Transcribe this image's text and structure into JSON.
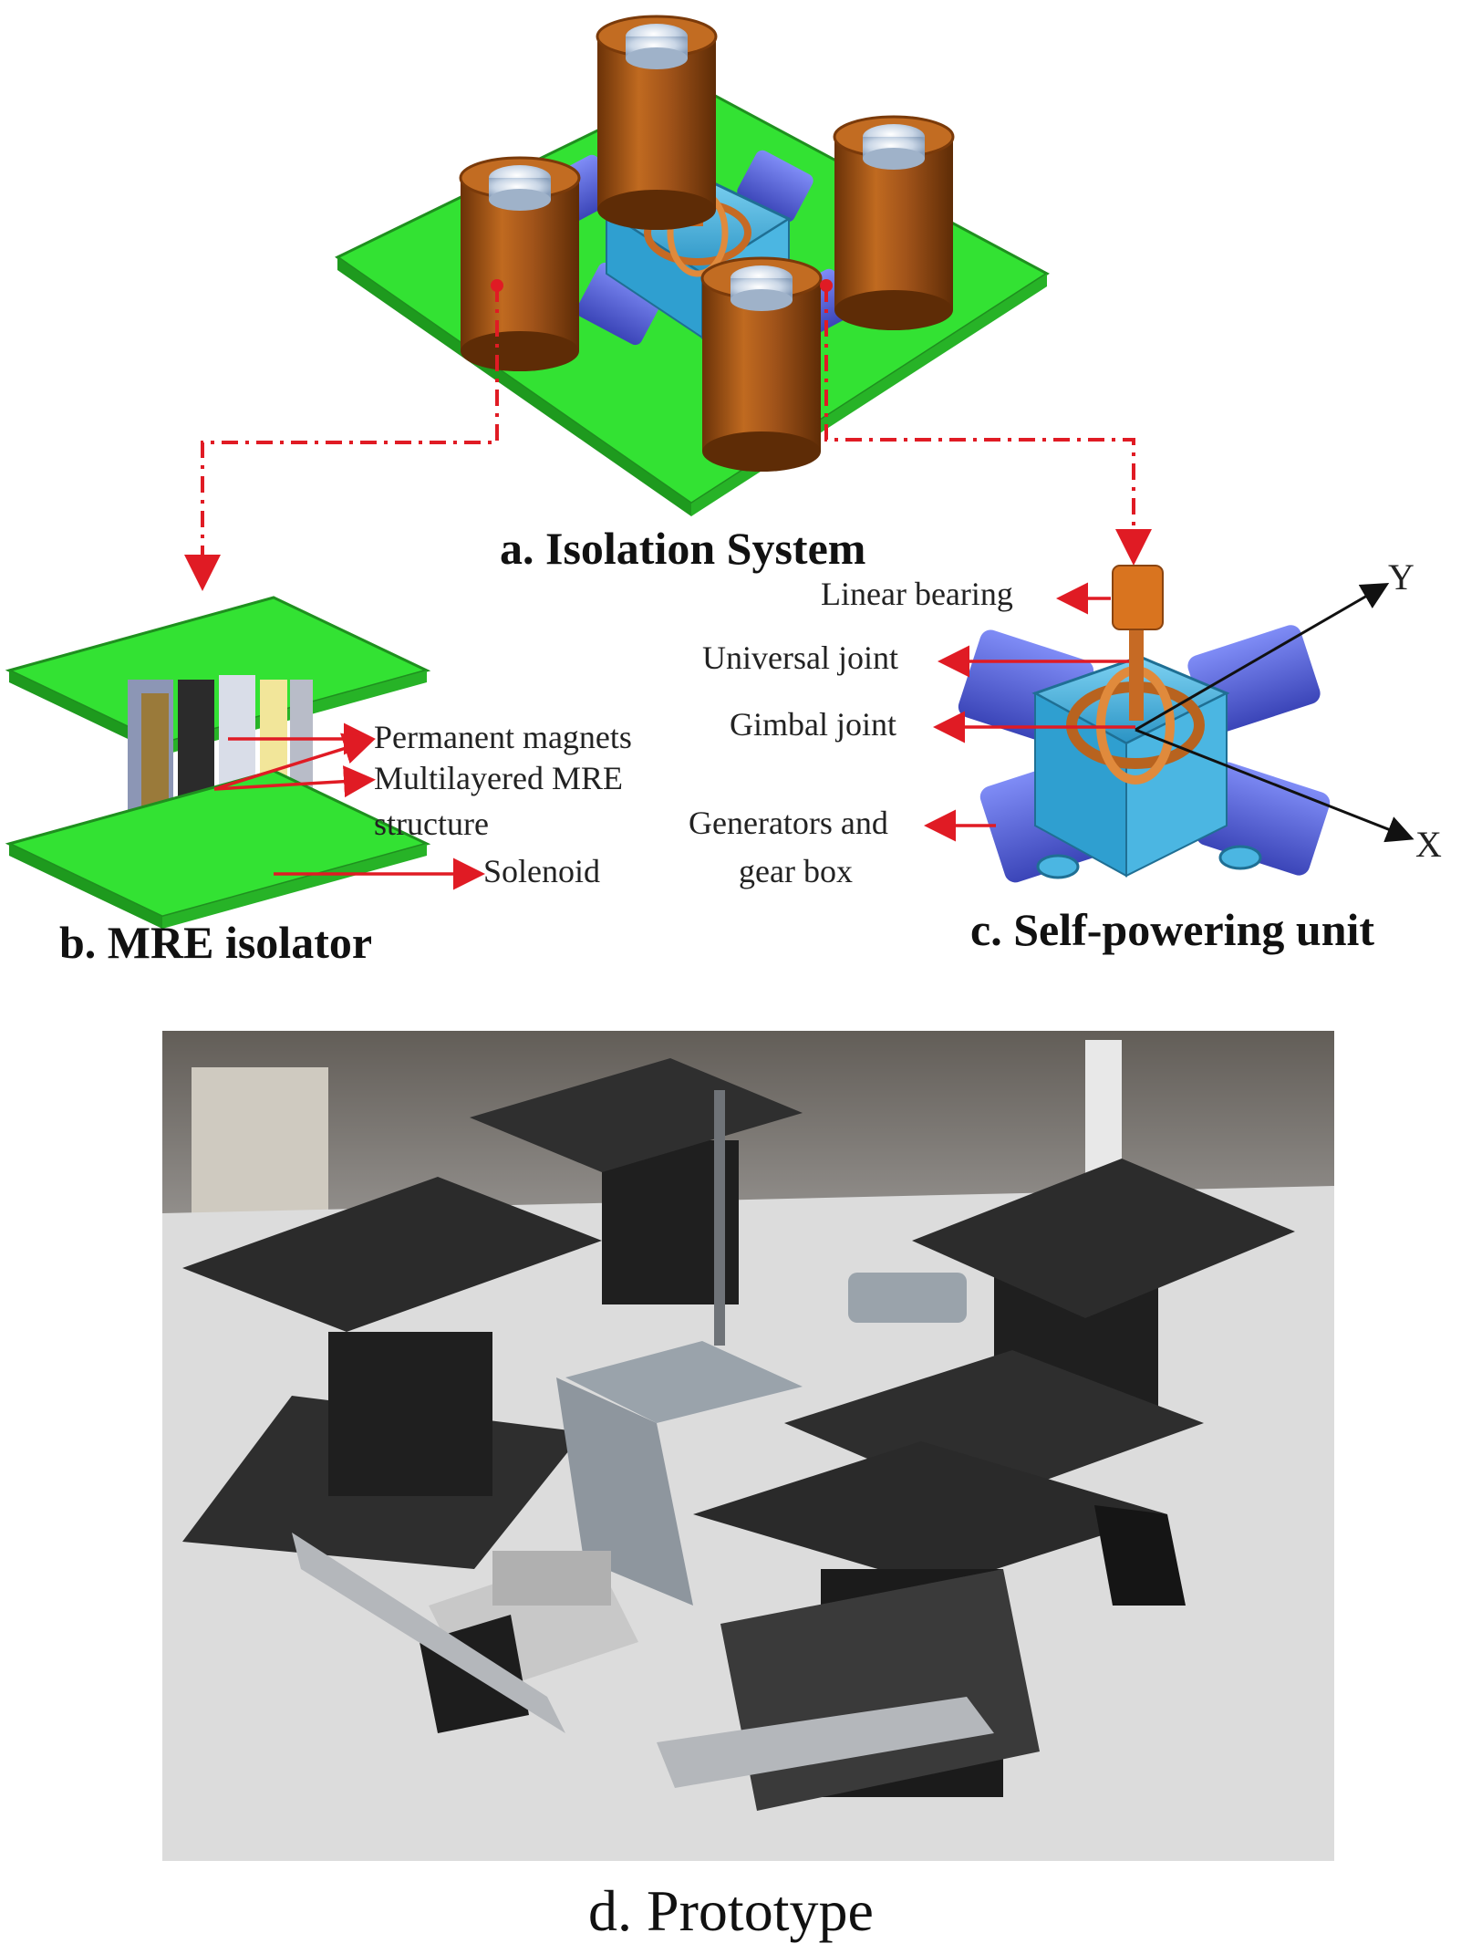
{
  "captions": {
    "a": "a. Isolation System",
    "b": "b. MRE isolator",
    "c": "c. Self-powering unit",
    "d": "d. Prototype"
  },
  "mre_isolator": {
    "permanent_magnets": "Permanent magnets",
    "mre_line1": "Multilayered MRE",
    "mre_line2": "structure",
    "solenoid": "Solenoid"
  },
  "self_powering": {
    "linear_bearing": "Linear bearing",
    "universal_joint": "Universal joint",
    "gimbal_joint": "Gimbal joint",
    "generators_line1": "Generators and",
    "generators_line2": "gear box",
    "axis_y": "Y",
    "axis_x": "X"
  },
  "colors": {
    "plate_green": "#33e233",
    "cylinder_copper": "#a85a18",
    "housing_cyan": "#3fb7e6",
    "generator_blue": "#5a66e0",
    "callout_red": "#e01b24",
    "photo_table": "#d9d9d9",
    "photo_plate": "#2b2b2b"
  }
}
